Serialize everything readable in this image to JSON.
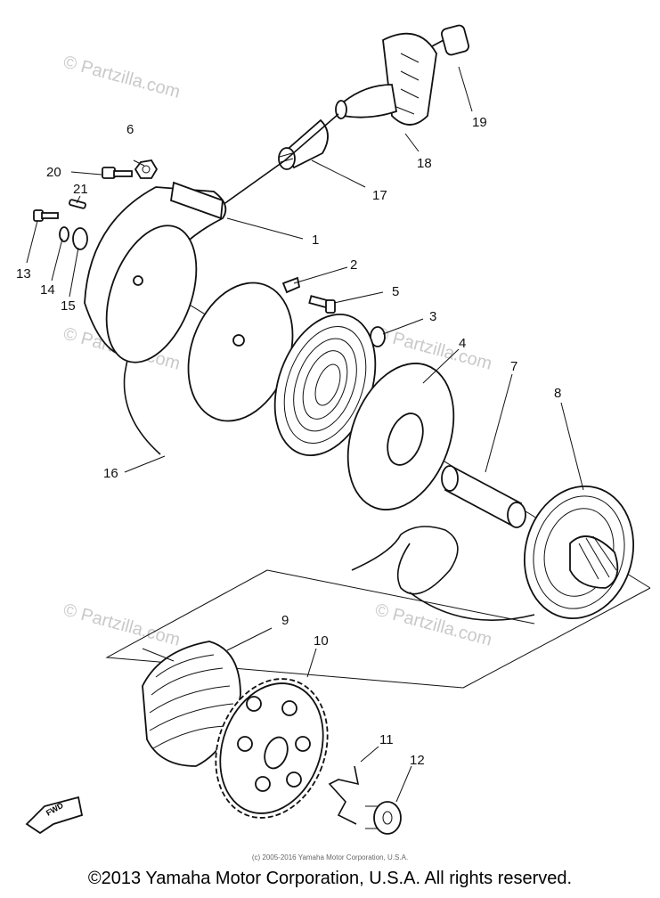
{
  "watermark_text": "© Partzilla.com",
  "small_copyright": "(c) 2005-2016 Yamaha Motor Corporation, U.S.A.",
  "main_copyright": "©2013 Yamaha Motor Corporation, U.S.A. All rights reserved.",
  "fwd_label": "FWD",
  "callouts": {
    "c1": "1",
    "c2": "2",
    "c3": "3",
    "c4": "4",
    "c5": "5",
    "c6": "6",
    "c7": "7",
    "c8": "8",
    "c9": "9",
    "c10": "10",
    "c11": "11",
    "c12": "12",
    "c13": "13",
    "c14": "14",
    "c15": "15",
    "c16": "16",
    "c17": "17",
    "c18": "18",
    "c19": "19",
    "c20": "20",
    "c21": "21"
  }
}
